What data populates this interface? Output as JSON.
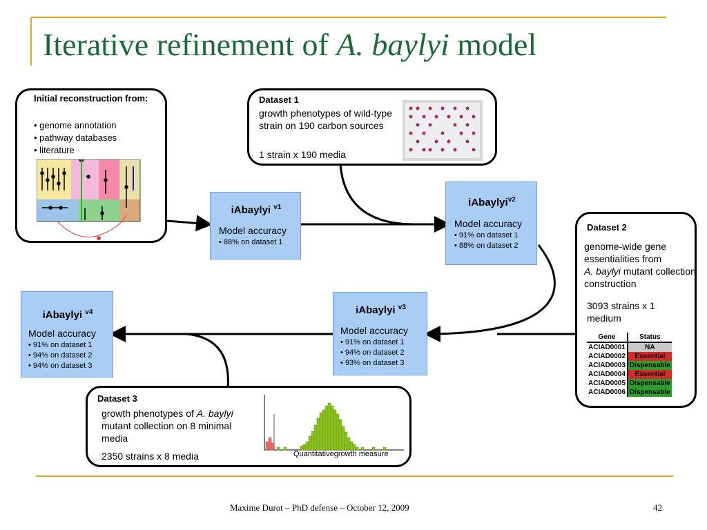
{
  "slide": {
    "title_pre": "Iterative refinement of ",
    "title_italic": "A. baylyi",
    "title_post": " model",
    "footer": "Maxime Durot – PhD defense – October 12, 2009",
    "page_number": "42"
  },
  "initial": {
    "heading": "Initial reconstruction from:",
    "items": [
      "• genome annotation",
      "• pathway databases",
      "• literature"
    ]
  },
  "dataset1": {
    "label": "Dataset 1",
    "desc": "growth phenotypes of wild-type strain on 190 carbon sources",
    "count": "1 strain x 190 media"
  },
  "dataset2": {
    "label": "Dataset 2",
    "desc_pre": "genome-wide gene essentialities from",
    "desc_italic": "A. baylyi",
    "desc_post": " mutant collection construction",
    "count": "3093 strains x 1 medium",
    "table_headers": [
      "Gene",
      "Status"
    ],
    "rows": [
      {
        "gene": "ACIAD0001",
        "status": "NA",
        "color": "#c8c8c8"
      },
      {
        "gene": "ACIAD0002",
        "status": "Essential",
        "color": "#d42a2a"
      },
      {
        "gene": "ACIAD0003",
        "status": "Dispensable",
        "color": "#2aa02a"
      },
      {
        "gene": "ACIAD0004",
        "status": "Essential",
        "color": "#d42a2a"
      },
      {
        "gene": "ACIAD0005",
        "status": "Dispensable",
        "color": "#2aa02a"
      },
      {
        "gene": "ACIAD0006",
        "status": "Dispensable",
        "color": "#2aa02a"
      }
    ]
  },
  "dataset3": {
    "label": "Dataset 3",
    "desc_pre": "growth phenotypes of ",
    "desc_italic": "A. baylyi",
    "desc_post": " mutant collection on 8 minimal media",
    "count": "2350 strains x 8 media",
    "axis_label": "Quantitativegrowth measure"
  },
  "models": {
    "v1": {
      "name": "iAbaylyi",
      "ver": "v1",
      "accuracy_label": "Model accuracy",
      "items": [
        "• 88% on dataset 1"
      ]
    },
    "v2": {
      "name": "iAbaylyi",
      "ver": "v2",
      "accuracy_label": "Model accuracy",
      "items": [
        "• 91% on dataset 1",
        "• 88% on dataset 2"
      ]
    },
    "v3": {
      "name": "iAbaylyi",
      "ver": "v3",
      "accuracy_label": "Model accuracy",
      "items": [
        "• 91% on dataset 1",
        "• 94% on dataset 2",
        "• 93% on dataset 3"
      ]
    },
    "v4": {
      "name": "iAbaylyi",
      "ver": "v4",
      "accuracy_label": "Model accuracy",
      "items": [
        "• 91% on dataset 1",
        "• 94% on dataset 2",
        "• 94% on dataset 3"
      ]
    }
  },
  "colors": {
    "title": "#1a6a3a",
    "gold": "#e0a81e",
    "model_fill": "#a9cdf5",
    "histogram": "#8cc41e",
    "histogram_low": "#e87070"
  }
}
